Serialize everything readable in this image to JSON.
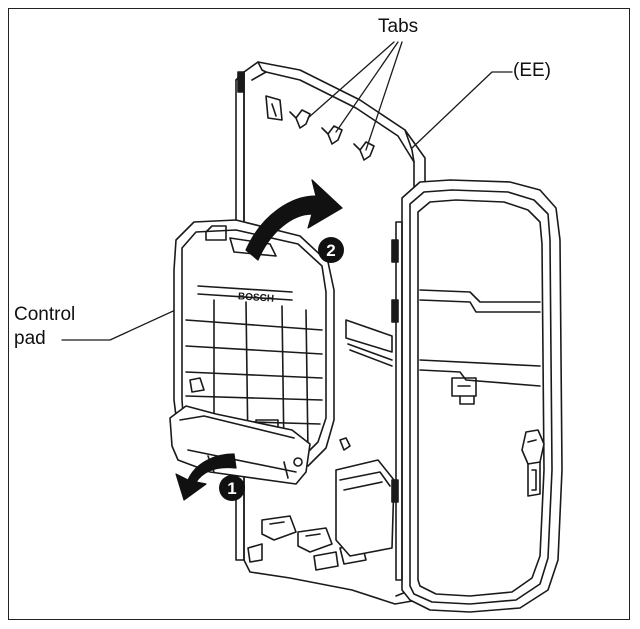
{
  "labels": {
    "tabs": "Tabs",
    "ee": "(EE)",
    "control_pad_line1": "Control",
    "control_pad_line2": "pad",
    "brand": "BOSCH"
  },
  "steps": [
    {
      "number": "1",
      "action": "rotate-down-arrow"
    },
    {
      "number": "2",
      "action": "lift-up-arrow"
    }
  ],
  "colors": {
    "line": "#1a1a1a",
    "marker": "#111111",
    "background": "#ffffff"
  }
}
